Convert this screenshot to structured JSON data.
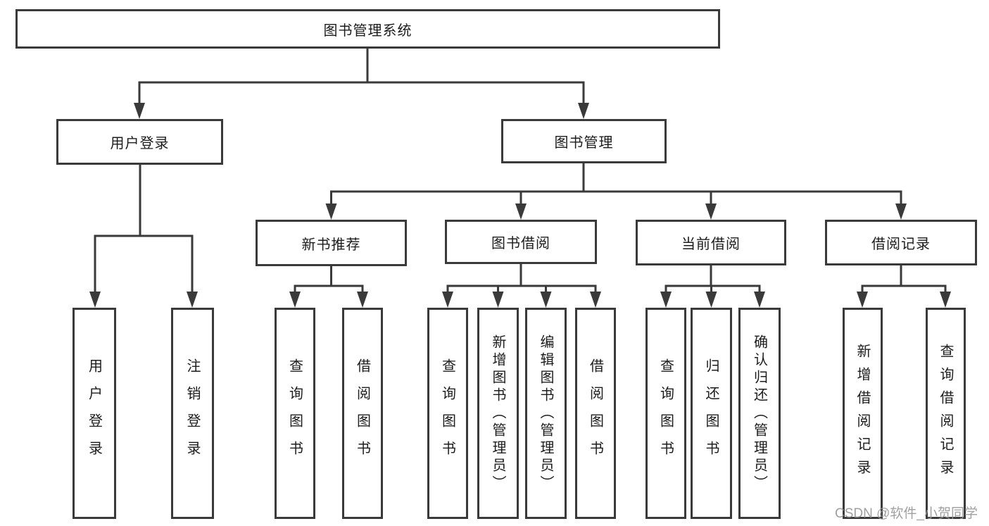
{
  "tree": {
    "label": "图书管理系统",
    "children": [
      {
        "label": "用户登录",
        "children": [
          {
            "label": "用户登录"
          },
          {
            "label": "注销登录"
          }
        ]
      },
      {
        "label": "图书管理",
        "children": [
          {
            "label": "新书推荐",
            "children": [
              {
                "label": "查询图书"
              },
              {
                "label": "借阅图书"
              }
            ]
          },
          {
            "label": "图书借阅",
            "children": [
              {
                "label": "查询图书"
              },
              {
                "label": "新增图书（管理员）"
              },
              {
                "label": "编辑图书（管理员）"
              },
              {
                "label": "借阅图书"
              }
            ]
          },
          {
            "label": "当前借阅",
            "children": [
              {
                "label": "查询图书"
              },
              {
                "label": "归还图书"
              },
              {
                "label": "确认归还（管理员）"
              }
            ]
          },
          {
            "label": "借阅记录",
            "children": [
              {
                "label": "新增借阅记录"
              },
              {
                "label": "查询借阅记录"
              }
            ]
          }
        ]
      }
    ]
  },
  "watermark": {
    "text": "CSDN @软件_小贺同学"
  },
  "colors": {
    "line": "#3a3a3a",
    "text": "#1c1c1c",
    "background": "#ffffff",
    "watermark": "#969696"
  }
}
